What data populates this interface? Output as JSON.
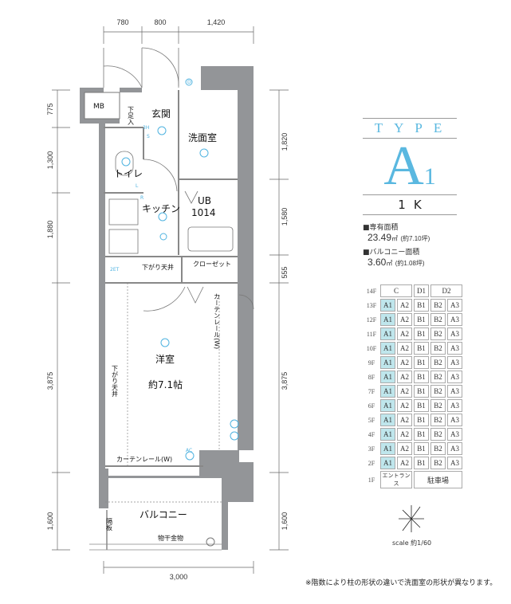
{
  "plan": {
    "dims_top": [
      "780",
      "800",
      "1,420"
    ],
    "dims_left": [
      "775",
      "1,300",
      "1,880",
      "3,875",
      "1,600"
    ],
    "dims_right": [
      "1,820",
      "1,580",
      "555",
      "3,875",
      "1,600"
    ],
    "dims_bottom": "3,000",
    "rooms": {
      "mb": "MB",
      "shoe": "下足入",
      "entrance": "玄関",
      "washroom": "洗面室",
      "toilet": "トイレ",
      "kitchen": "キッチン",
      "ub": "UB",
      "ub_size": "1014",
      "lowered_ceiling_1": "下がり天井",
      "closet": "クローゼット",
      "curtain_rail_v": "カーテンレール(W)",
      "western_room": "洋室",
      "western_size": "約7.1帖",
      "lowered_ceiling_2": "下がり天井",
      "curtain_rail_h": "カーテンレール(W)",
      "balcony": "バルコニー",
      "partition": "隔板",
      "clothes_hanger": "物干金物"
    },
    "symbols": {
      "d": "D",
      "sh": "3H",
      "s": "S",
      "l": "L",
      "r": "R",
      "et": "2ET",
      "ac": "AC"
    }
  },
  "panel": {
    "type_label": "TYPE",
    "type_letter": "A",
    "type_number": "1",
    "layout": "1K",
    "private_area_label": "■専有面積",
    "private_area_value": "23.49",
    "private_area_unit": "㎡",
    "private_area_tsubo": "(約7.10坪)",
    "balcony_area_label": "■バルコニー面積",
    "balcony_area_value": "3.60",
    "balcony_area_unit": "㎡",
    "balcony_area_tsubo": "(約1.08坪)"
  },
  "floor_table": {
    "top": {
      "floor": "14F",
      "units": [
        "C",
        "D1",
        "D2"
      ]
    },
    "floors": [
      "13F",
      "12F",
      "11F",
      "10F",
      "9F",
      "8F",
      "7F",
      "6F",
      "5F",
      "4F",
      "3F",
      "2F"
    ],
    "units": [
      "A1",
      "A2",
      "B1",
      "B2",
      "A3"
    ],
    "highlight": "A1",
    "ground": {
      "floor": "1F",
      "entrance": "エントランス",
      "parking": "駐車場"
    }
  },
  "scale": "scale 約1/60",
  "note": "※階数により柱の形状の違いで洗面室の形状が異なります。",
  "colors": {
    "accent": "#5ab8e0",
    "wall": "#939598",
    "highlight": "#bfe6ec"
  }
}
